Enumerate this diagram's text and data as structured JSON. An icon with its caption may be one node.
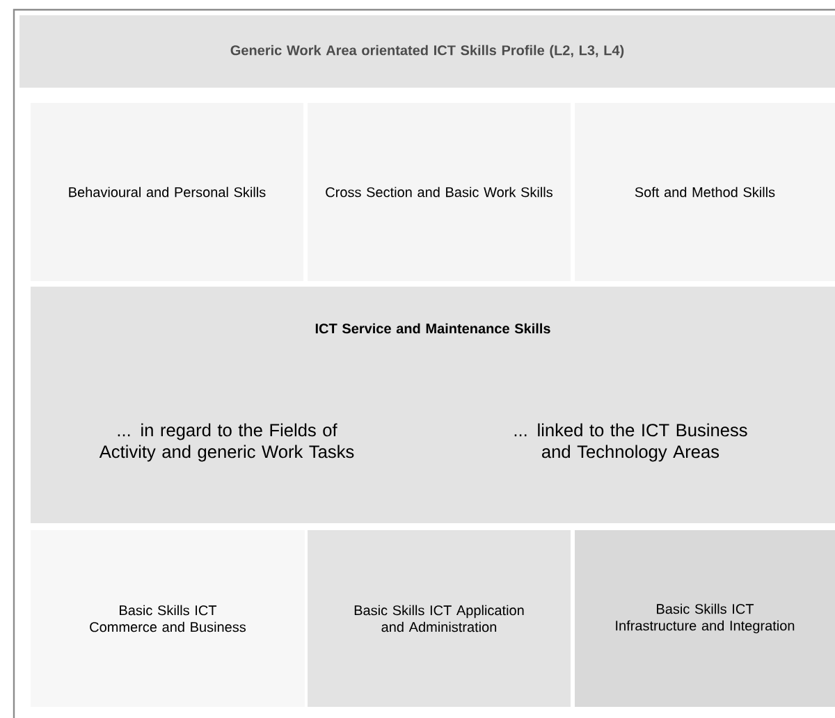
{
  "diagram": {
    "nodes": [
      {
        "text": [
          "Generic Work Area orientated ICT Skills Profile (L2, L3, L4)"
        ]
      },
      {
        "text": [
          "Behavioural and Personal Skills"
        ]
      },
      {
        "text": [
          "Cross Section and Basic Work Skills"
        ]
      },
      {
        "text": [
          "Soft and Method Skills"
        ]
      },
      {
        "text": [
          "ICT Service and Maintenance Skills",
          "... in regard to the Fields of Activity and generic Work Tasks",
          "... linked to the ICT Business and Technology Areas"
        ]
      },
      {
        "text": [
          "Basic Skills ICT Commerce and Business"
        ]
      },
      {
        "text": [
          "Basic Skills ICT Application and Administration"
        ]
      },
      {
        "text": [
          "Basic Skills ICT Infrastructure and Integration"
        ]
      }
    ]
  }
}
